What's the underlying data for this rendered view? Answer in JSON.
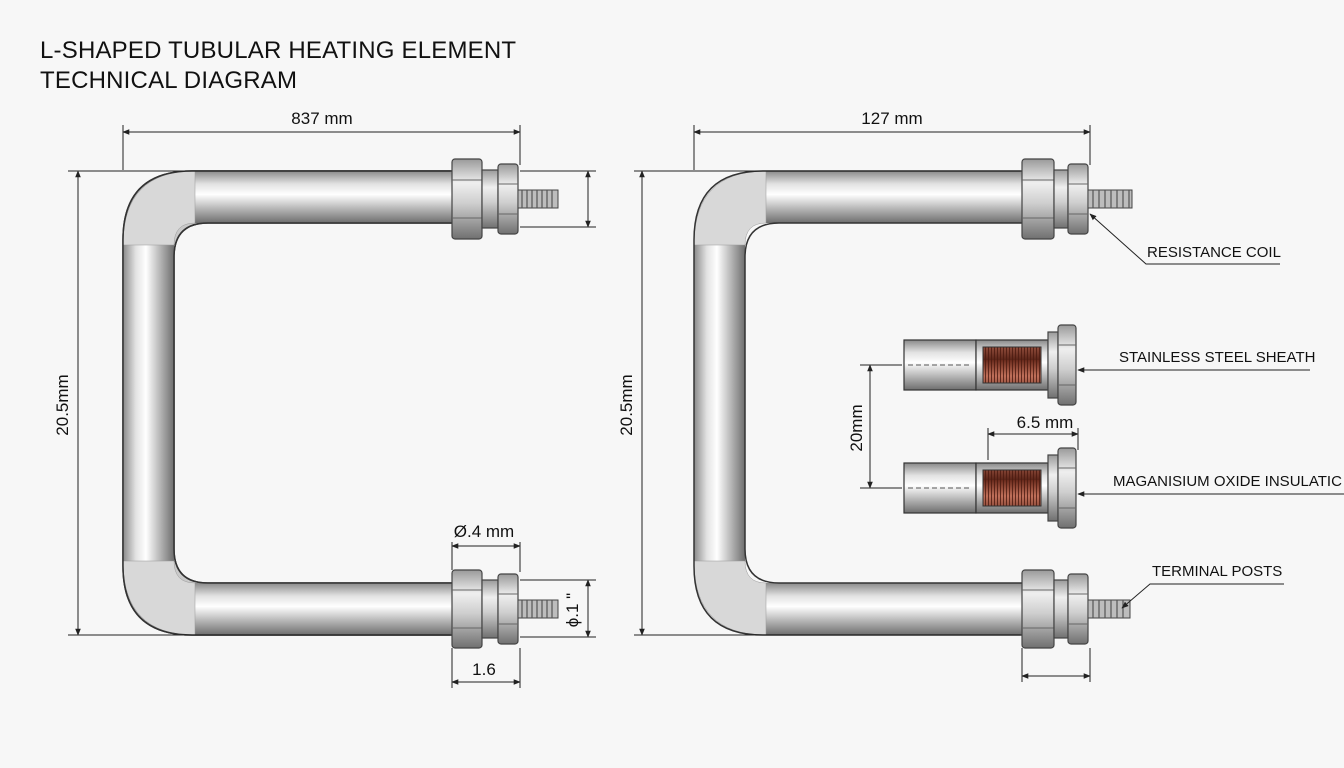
{
  "title": {
    "line1": "L-SHAPED TUBULAR HEATING ELEMENT",
    "line2": "TECHNICAL DIAGRAM"
  },
  "left_view": {
    "width_dim": "837 mm",
    "height_dim": "20.5mm",
    "diameter_dim": "Ø.4 mm",
    "terminal_dim": "ϕ.1 \"",
    "nut_dim": "1.6"
  },
  "right_view": {
    "width_dim": "127 mm",
    "height_dim": "20.5mm",
    "spacing_dim": "20mm",
    "coil_dim": "6.5 mm"
  },
  "callouts": {
    "resistance_coil": "RESISTANCE COIL",
    "sheath": "STAINLESS STEEL SHEATH",
    "insulation": "MAGANISIUM OXIDE INSULATIC",
    "terminal_posts": "TERMINAL POSTS"
  },
  "colors": {
    "steel_light": "#f4f4f4",
    "steel_dark": "#7c7c7c",
    "coil": "#a0503c",
    "line": "#222222"
  }
}
